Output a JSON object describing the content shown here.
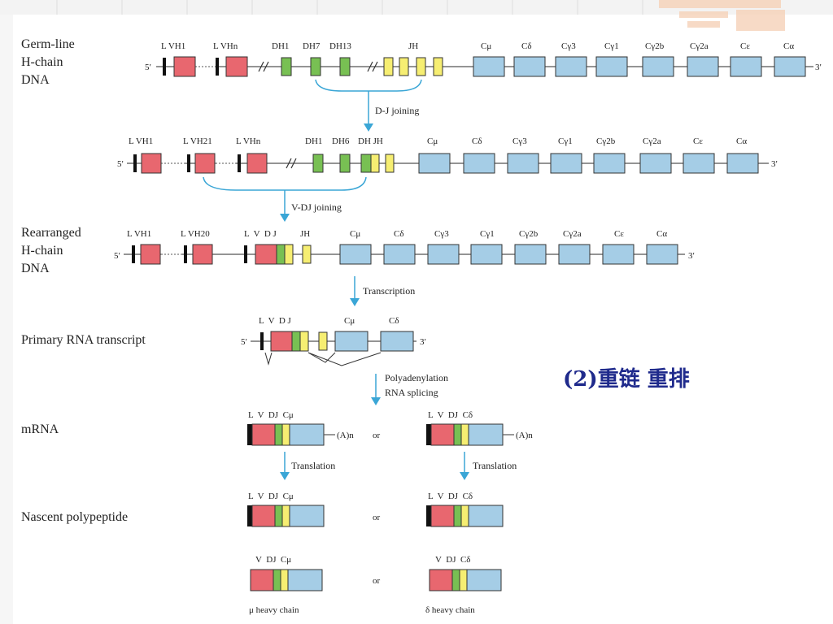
{
  "slide": {
    "title": "(2)重链 重排"
  },
  "stage_labels": {
    "germline": "Germ-line\nH-chain\nDNA",
    "rearranged": "Rearranged\nH-chain\nDNA",
    "primary": "Primary RNA transcript",
    "mrna": "mRNA",
    "nascent": "Nascent polypeptide"
  },
  "steps": {
    "dj": "D-J joining",
    "vdj": "V-DJ joining",
    "transcription": "Transcription",
    "polyA": "Polyadenylation",
    "splicing": "RNA splicing",
    "translation1": "Translation",
    "translation2": "Translation"
  },
  "ends": {
    "five": "5′",
    "three": "3′"
  },
  "c_genes": [
    "Cμ",
    "Cδ",
    "Cγ3",
    "Cγ1",
    "Cγ2b",
    "Cγ2a",
    "Cε",
    "Cα"
  ],
  "row1_labels": {
    "vh1": "L VH1",
    "vhn": "L VHn",
    "dh1": "DH1",
    "dh7": "DH7",
    "dh13": "DH13",
    "jh": "JH"
  },
  "row2_labels": {
    "vh1": "L VH1",
    "vh21": "L VH21",
    "vhn": "L VHn",
    "dh1": "DH1",
    "dh6": "DH6",
    "dhjh": "DH JH"
  },
  "row3_labels": {
    "vh1": "L VH1",
    "vh20": "L VH20",
    "lvdj": "L  V  D J",
    "jh": "JH"
  },
  "row4_labels": {
    "lvdj": "L  V  D J",
    "cmu": "Cμ",
    "cdelta": "Cδ"
  },
  "mrna_labels": {
    "left": "L  V  DJ  Cμ",
    "right": "L  V  DJ  Cδ",
    "polyA": "(A)n",
    "or": "or"
  },
  "nascent_labels": {
    "left": "L  V  DJ  Cμ",
    "right": "L  V  DJ  Cδ",
    "or": "or"
  },
  "chain_labels": {
    "left_top": "V  DJ  Cμ",
    "right_top": "V  DJ  Cδ",
    "or": "or",
    "mu_chain": "μ heavy chain",
    "delta_chain": "δ heavy chain"
  },
  "colors": {
    "v_segment": "#e8676f",
    "d_segment": "#78c053",
    "j_segment": "#f6ee72",
    "c_segment": "#a5cde6",
    "leader": "#111111",
    "arrow": "#3aa6d6",
    "title": "#1f2a8c"
  }
}
